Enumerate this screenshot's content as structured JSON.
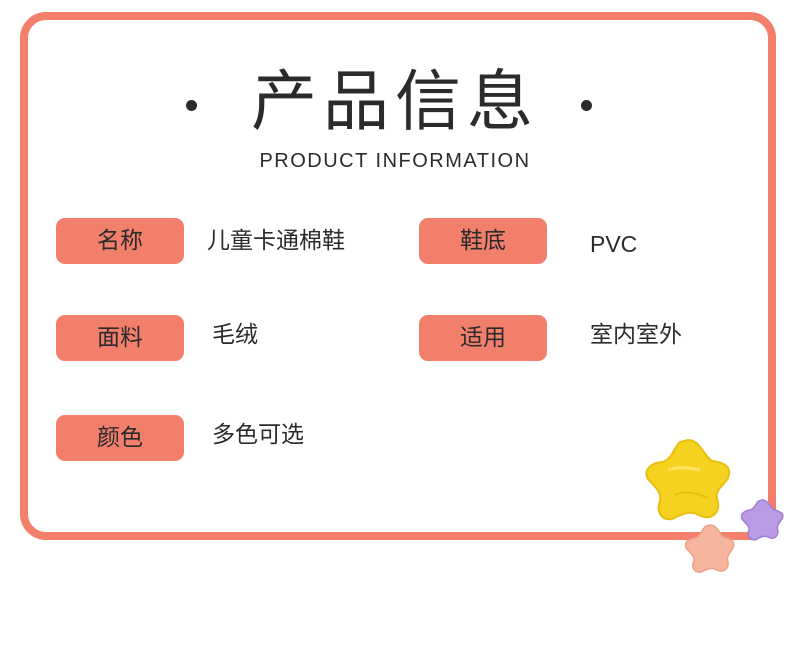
{
  "header": {
    "title": "产品信息",
    "subtitle": "PRODUCT INFORMATION"
  },
  "specs": [
    {
      "label": "名称",
      "value": "儿童卡通棉鞋"
    },
    {
      "label": "鞋底",
      "value": "PVC"
    },
    {
      "label": "面料",
      "value": "毛绒"
    },
    {
      "label": "适用",
      "value": "室内室外"
    },
    {
      "label": "颜色",
      "value": "多色可选"
    }
  ],
  "colors": {
    "accent": "#f27f6b",
    "text": "#2b2b2b",
    "star_yellow": "#f5d21f",
    "star_pink": "#f6b59c",
    "star_purple": "#b99be6"
  }
}
